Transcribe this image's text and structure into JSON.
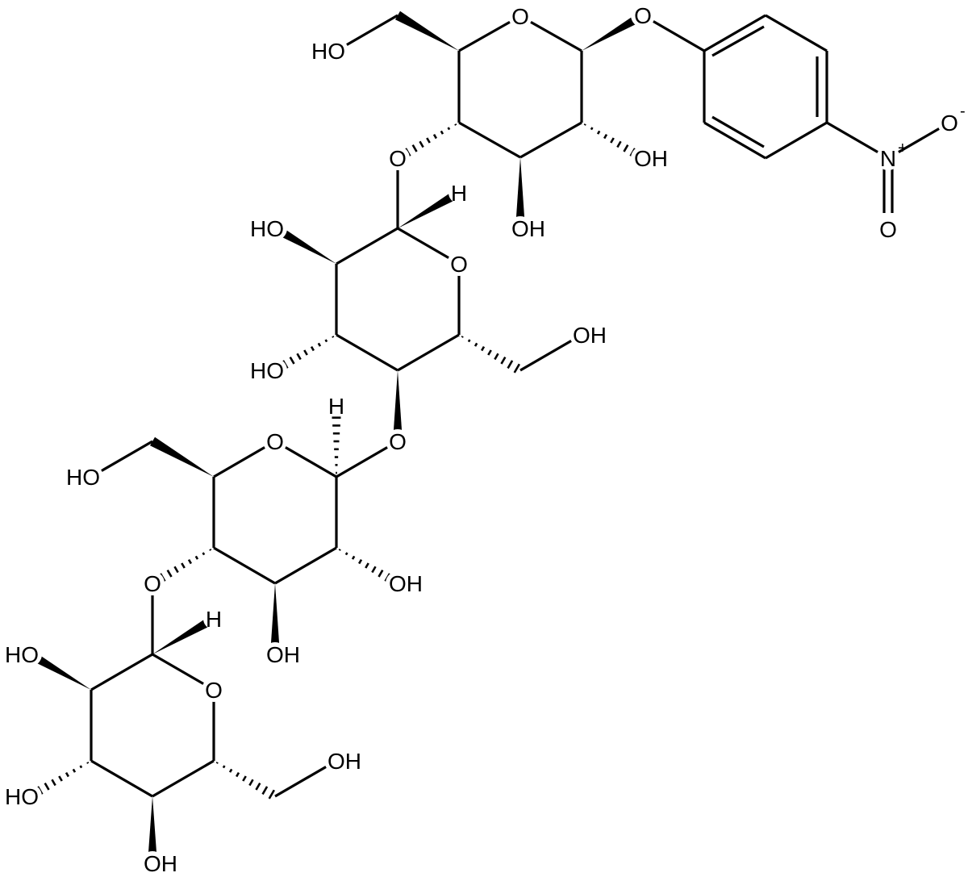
{
  "molecule": {
    "ring_a": {
      "hydroxymethyl": "HO",
      "ring_oxygen": "O",
      "aryl_ether_oxygen": "O",
      "oh_c2": "OH",
      "oh_c3": "OH",
      "glycosidic_oxygen": "O"
    },
    "ring_b": {
      "anomeric_h": "H",
      "oh_c2": "HO",
      "oh_c3": "HO",
      "ring_oxygen": "O",
      "hydroxymethyl": "OH",
      "glycosidic_oxygen": "O"
    },
    "ring_c": {
      "anomeric_h": "H",
      "ring_oxygen": "O",
      "hydroxymethyl": "HO",
      "glycosidic_oxygen": "O",
      "oh_c2": "OH",
      "oh_c3": "OH"
    },
    "ring_d": {
      "anomeric_h": "H",
      "oh_c2": "HO",
      "ring_oxygen": "O",
      "oh_c3": "HO",
      "oh_c4": "OH",
      "hydroxymethyl": "OH"
    },
    "nitro": {
      "nitrogen": "N",
      "n_charge": "+",
      "oxide": "O",
      "oxide_charge": "-",
      "oxo": "O"
    }
  },
  "colors": {
    "ink": "#000000",
    "background": "#ffffff"
  }
}
